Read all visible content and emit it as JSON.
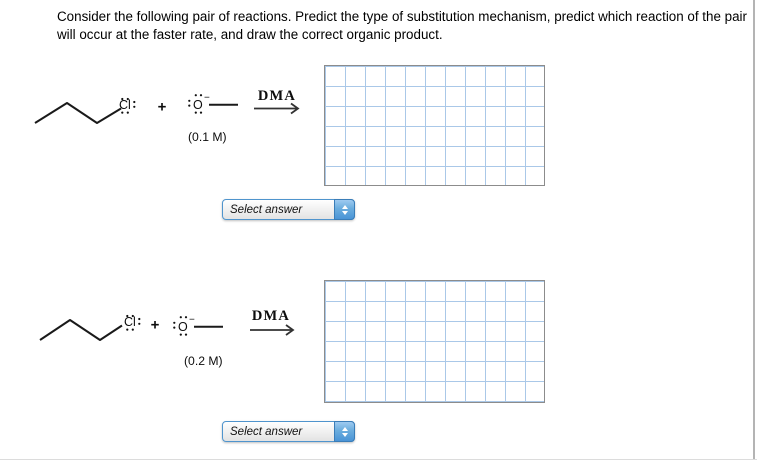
{
  "instructions": "Consider the following pair of reactions. Predict the type of substitution mechanism, predict which reaction of the pair will occur at the faster rate, and draw the correct organic product.",
  "reactions": [
    {
      "halide_label": "Cl",
      "plus_sign": "+",
      "nucleophile_atom": "O",
      "nucleophile_charge": "−",
      "concentration": "(0.1 M)",
      "solvent_label": "DMA",
      "select_placeholder": "Select answer"
    },
    {
      "halide_label": "Cl",
      "plus_sign": "+",
      "nucleophile_atom": "O",
      "nucleophile_charge": "−",
      "concentration": "(0.2 M)",
      "solvent_label": "DMA",
      "select_placeholder": "Select answer"
    }
  ],
  "colors": {
    "grid_line": "#aac8e8",
    "grid_border": "#8c8c8c",
    "dropdown_border": "#4f94cd",
    "spinner_blue": "#4a94d6",
    "bond_black": "#1a1a1a"
  }
}
